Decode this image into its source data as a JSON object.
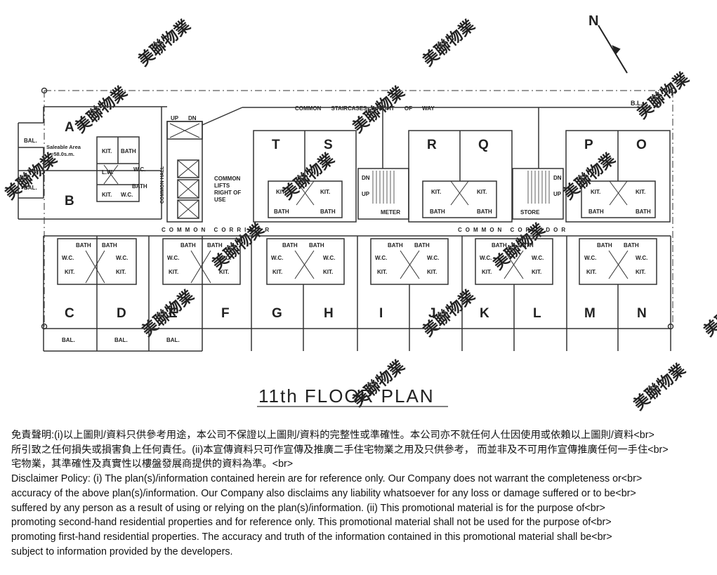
{
  "plan": {
    "title": "11th FLOOR PLAN",
    "north": "N",
    "bl": "B.L.",
    "staircase_label": "COMMON    STAIRCASES    RIGHT    OF    WAY",
    "corridor_left": "COMMON  CORRIDOR",
    "corridor_right": "COMMON  CORRIDOR",
    "lifts_label": [
      "COMMON",
      "LIFTS",
      "RIGHT OF",
      "USE"
    ],
    "hall_label": "COMMON HALL",
    "saleable": [
      "Saleable Area",
      "=58.0s.m."
    ],
    "up": "UP",
    "dn": "DN",
    "meter": "METER",
    "store": "STORE",
    "bal": "BAL.",
    "kit": "KIT.",
    "bath": "BATH",
    "wc": "W.C.",
    "lw": "L.W.",
    "units": {
      "A": "A",
      "B": "B",
      "T": "T",
      "S": "S",
      "R": "R",
      "Q": "Q",
      "P": "P",
      "O": "O",
      "C": "C",
      "D": "D",
      "E": "E",
      "F": "F",
      "G": "G",
      "H": "H",
      "I": "I",
      "J": "J",
      "K": "K",
      "L": "L",
      "M": "M",
      "N": "N"
    },
    "watermark": "美聯物業"
  },
  "disclaimer": {
    "zh_1": "免責聲明:(i)以上圖則/資料只供參考用途，本公司不保證以上圖則/資料的完整性或準確性。本公司亦不就任何人仕因使用或依賴以上圖則/資料<br>",
    "zh_2": "所引致之任何損失或損害負上任何責任。(ii)本宣傳資料只可作宣傳及推廣二手住宅物業之用及只供參考， 而並非及不可用作宣傳推廣任何一手住<br>",
    "zh_3": "宅物業，其準確性及真實性以樓盤發展商提供的資料為準。<br>",
    "en_1": "Disclaimer Policy: (i) The plan(s)/information contained herein are for reference only. Our Company does not warrant the completeness or<br>",
    "en_2": "accuracy of the above plan(s)/information. Our Company also disclaims any liability whatsoever for any loss or damage suffered or to be<br>",
    "en_3": "suffered by any person as a result of using or relying on the plan(s)/information. (ii) This promotional material is for the purpose of<br>",
    "en_4": "promoting second-hand residential properties and for reference only. This promotional material shall not be used for the purpose of<br>",
    "en_5": "promoting first-hand residential properties. The accuracy and truth of the information contained in this promotional material shall be<br>",
    "en_6": "subject to information provided by the developers."
  }
}
